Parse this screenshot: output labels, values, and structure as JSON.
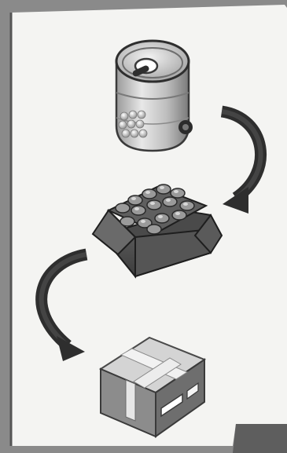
{
  "diagram": {
    "steps": [
      {
        "id": "can",
        "icon": "tin-can-icon"
      },
      {
        "id": "tray",
        "icon": "can-tray-icon"
      },
      {
        "id": "box",
        "icon": "shipping-box-icon"
      }
    ],
    "arrows": [
      {
        "from": "can",
        "to": "tray",
        "icon": "curved-arrow-icon"
      },
      {
        "from": "tray",
        "to": "box",
        "icon": "curved-arrow-icon"
      }
    ]
  },
  "colors": {
    "paper": "#f4f4f2",
    "frame": "#8a8a8a",
    "ink": "#2e2e2e"
  }
}
